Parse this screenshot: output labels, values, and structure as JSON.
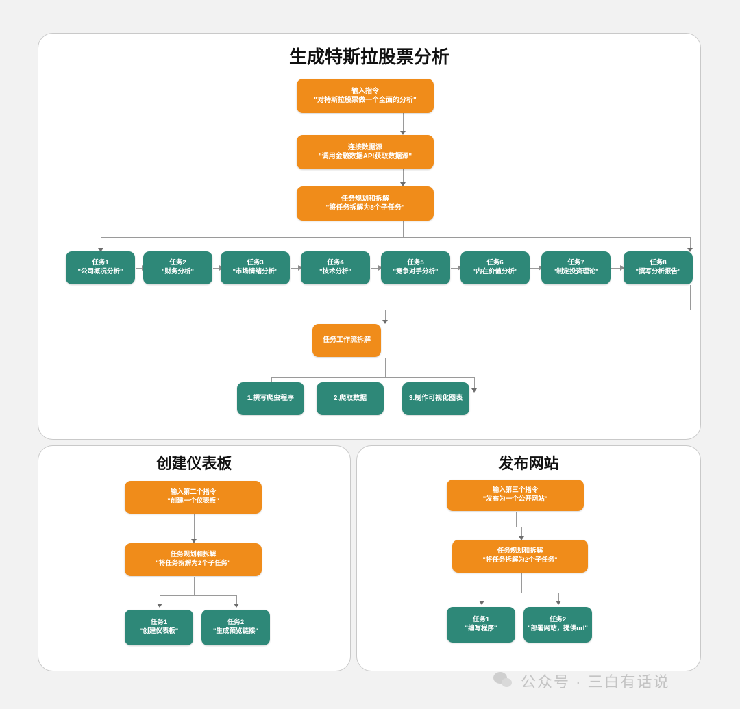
{
  "panels": {
    "main": {
      "title": "生成特斯拉股票分析",
      "nodes": {
        "input": {
          "l1": "输入指令",
          "l2": "\"对特斯拉股票做一个全面的分析\""
        },
        "source": {
          "l1": "连接数据源",
          "l2": "\"调用金融数据API获取数据源\""
        },
        "plan": {
          "l1": "任务规划和拆解",
          "l2": "\"将任务拆解为8个子任务\""
        },
        "workflow": {
          "l1": "任务工作流拆解",
          "l2": ""
        }
      },
      "tasks": [
        {
          "l1": "任务1",
          "l2": "\"公司概况分析\""
        },
        {
          "l1": "任务2",
          "l2": "\"财务分析\""
        },
        {
          "l1": "任务3",
          "l2": "\"市场情绪分析\""
        },
        {
          "l1": "任务4",
          "l2": "\"技术分析\""
        },
        {
          "l1": "任务5",
          "l2": "\"竞争对手分析\""
        },
        {
          "l1": "任务6",
          "l2": "\"内在价值分析\""
        },
        {
          "l1": "任务7",
          "l2": "\"制定投资理论\""
        },
        {
          "l1": "任务8",
          "l2": "\"撰写分析报告\""
        }
      ],
      "subtasks": [
        {
          "l1": "1.撰写爬虫程序"
        },
        {
          "l1": "2.爬取数据"
        },
        {
          "l1": "3.制作可视化图表"
        }
      ]
    },
    "dashboard": {
      "title": "创建仪表板",
      "nodes": {
        "input": {
          "l1": "输入第二个指令",
          "l2": "\"创建一个仪表板\""
        },
        "plan": {
          "l1": "任务规划和拆解",
          "l2": "\"将任务拆解为2个子任务\""
        }
      },
      "tasks": [
        {
          "l1": "任务1",
          "l2": "\"创建仪表板\""
        },
        {
          "l1": "任务2",
          "l2": "\"生成预览链接\""
        }
      ]
    },
    "website": {
      "title": "发布网站",
      "nodes": {
        "input": {
          "l1": "输入第三个指令",
          "l2": "\"发布为一个公开网站\""
        },
        "plan": {
          "l1": "任务规划和拆解",
          "l2": "\"将任务拆解为2个子任务\""
        }
      },
      "tasks": [
        {
          "l1": "任务1",
          "l2": "\"编写程序\""
        },
        {
          "l1": "任务2",
          "l2": "\"部署网站，提供url\""
        }
      ]
    }
  },
  "watermark": {
    "icon": "wechat-icon",
    "text": "公众号 · 三白有话说"
  },
  "colors": {
    "orange": "#f08c1a",
    "teal": "#2e8878",
    "page_background": "#f2f2f2",
    "panel_background": "#ffffff",
    "panel_border": "#c9c9c9",
    "connector": "#9a9a9a",
    "title_text": "#111111",
    "node_text": "#ffffff",
    "watermark_text": "#c3c3c3"
  },
  "chart_data": {
    "type": "diagram",
    "title": "生成特斯拉股票分析 工作流程图",
    "flows": [
      {
        "name": "生成特斯拉股票分析",
        "steps": [
          "输入指令",
          "连接数据源",
          "任务规划和拆解",
          "任务1-任务8",
          "任务工作流拆解",
          "1.撰写爬虫程序 / 2.爬取数据 / 3.制作可视化图表"
        ],
        "branch_count": 8
      },
      {
        "name": "创建仪表板",
        "steps": [
          "输入第二个指令",
          "任务规划和拆解",
          "任务1 / 任务2"
        ],
        "branch_count": 2
      },
      {
        "name": "发布网站",
        "steps": [
          "输入第三个指令",
          "任务规划和拆解",
          "任务1 / 任务2"
        ],
        "branch_count": 2
      }
    ]
  }
}
